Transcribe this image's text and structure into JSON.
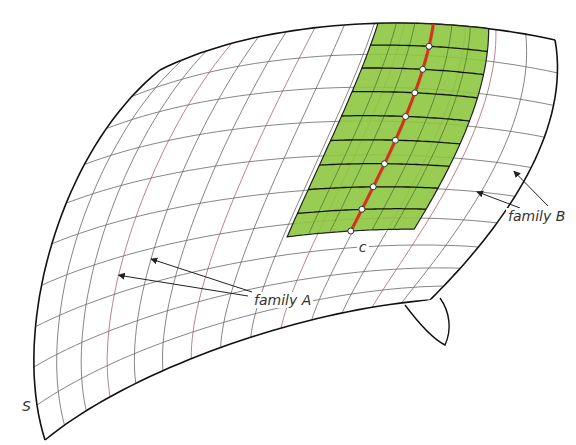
{
  "diagram": {
    "labels": [
      "family B",
      "family A",
      "S",
      "c"
    ]
  }
}
